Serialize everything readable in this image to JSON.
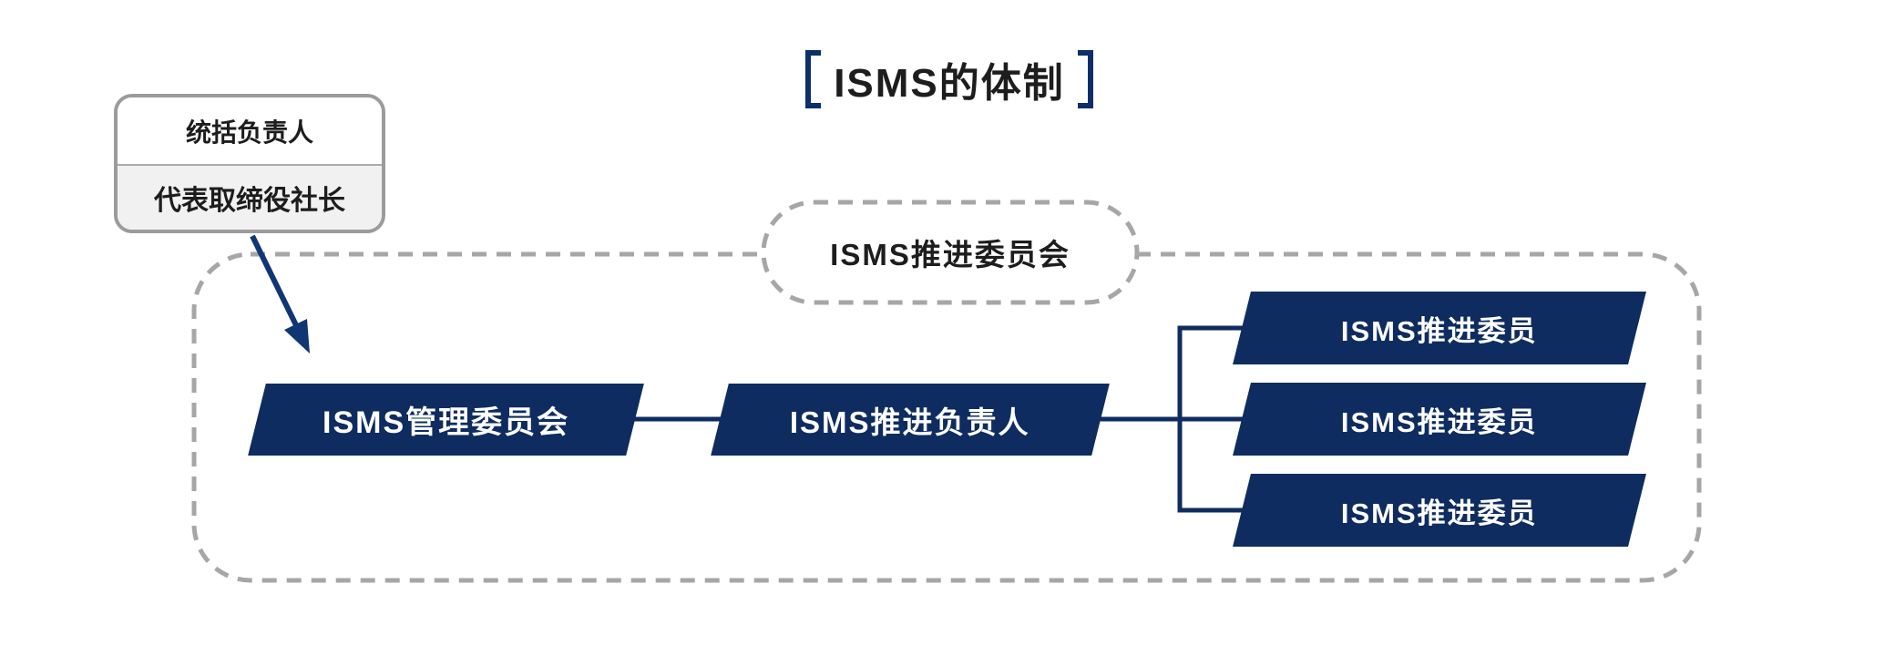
{
  "title": "ISMS的体制",
  "leader_box": {
    "role": "统括负责人",
    "person": "代表取缔役社长"
  },
  "container": {
    "pill_label": "ISMS推进委员会"
  },
  "nodes": {
    "management": "ISMS管理委员会",
    "lead": "ISMS推进负责人",
    "members": [
      "ISMS推进委员",
      "ISMS推进委员",
      "ISMS推进委员"
    ]
  },
  "colors": {
    "navy": "#0e2c5f",
    "arrow_navy": "#113674",
    "bracket_navy": "#0c2f6b",
    "dash_gray": "#a6a6a6",
    "box_border_gray": "#9b9b9b",
    "box_fill_gray": "#f1f1f2",
    "text_dark": "#1d1d1d",
    "text_white": "#ffffff",
    "page_bg": "#ffffff"
  }
}
